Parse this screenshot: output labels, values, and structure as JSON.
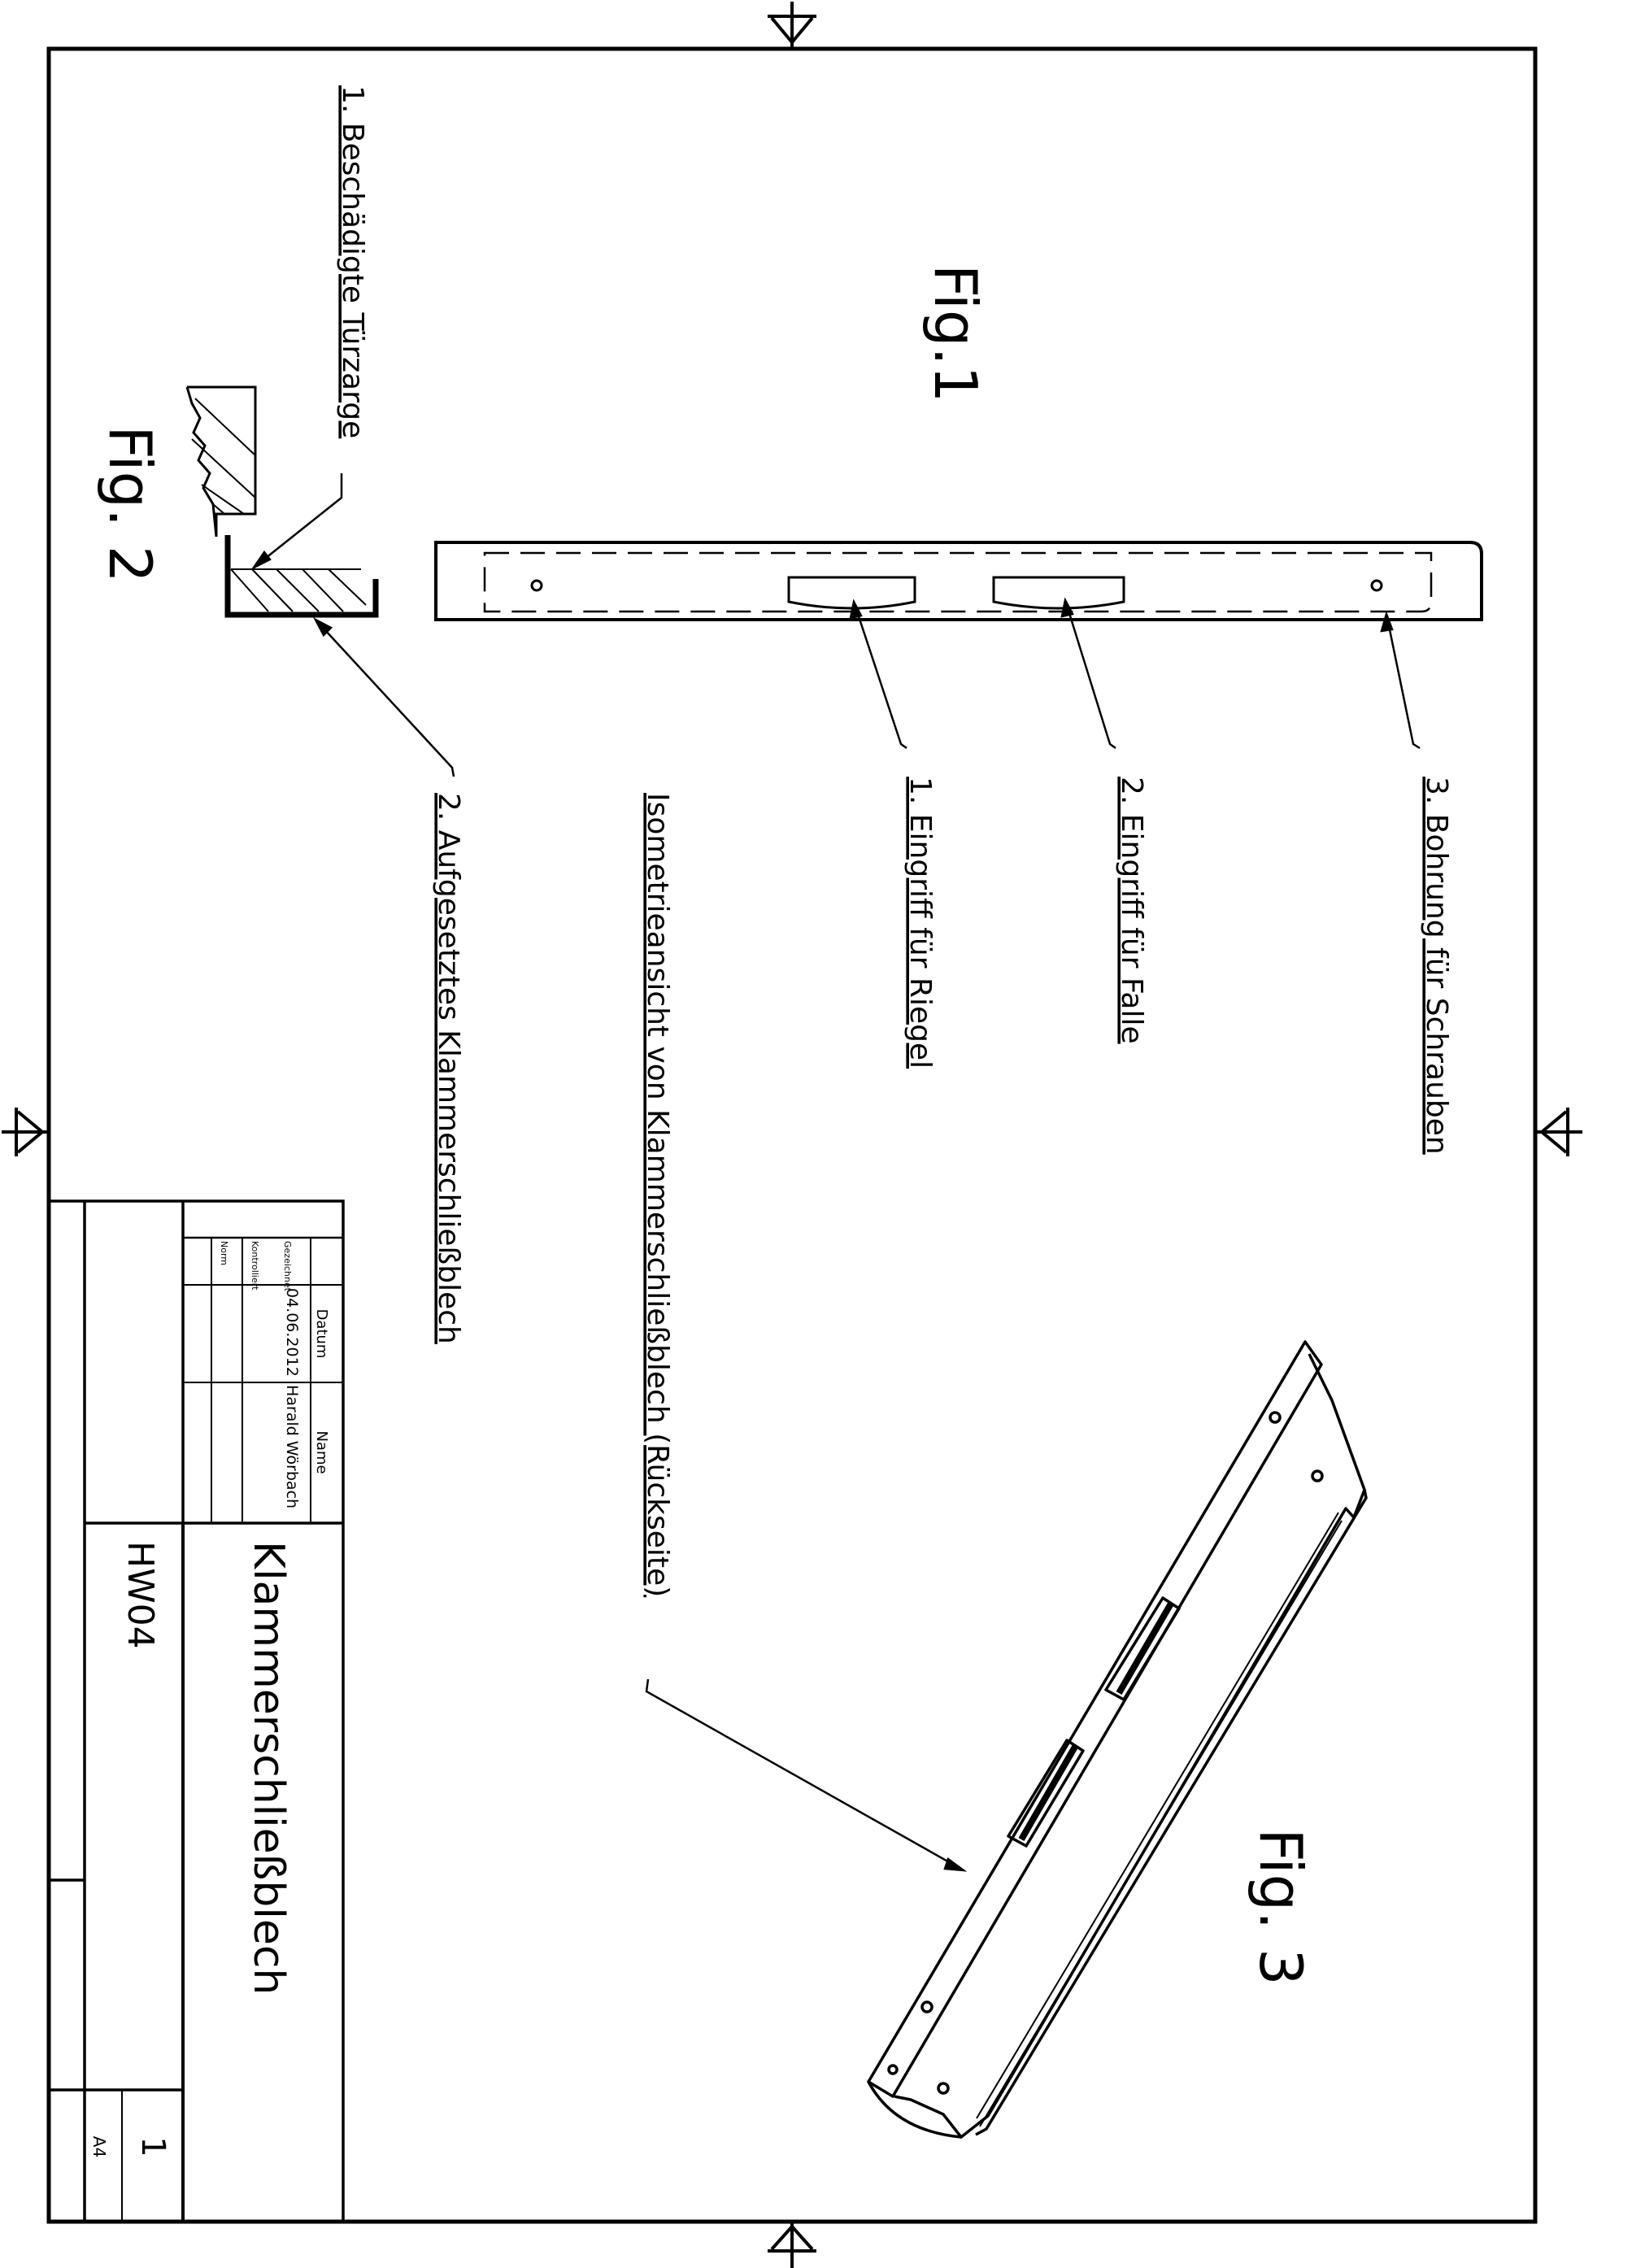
{
  "figures": {
    "fig1": "Fig.1",
    "fig2": "Fig. 2",
    "fig3": "Fig. 3"
  },
  "callouts": {
    "fig1_bohrung": "3. Bohrung für Schrauben",
    "fig1_falle": "2. Eingriff für Falle",
    "fig1_riegel": "1. Eingriff für Riegel",
    "iso_view": "Isometrieansicht von Klammerschließblech (Rückseite)",
    "fig2_tuerzarge": "1. Beschädigte Türzarge",
    "fig2_klammer": "2. Aufgesetztes Klammerschließblech"
  },
  "title_block": {
    "datum_header": "Datum",
    "name_header": "Name",
    "gezeichnet_label": "Gezeichnet",
    "kontrolliert_label": "Kontrolliert",
    "norm_label": "Norm",
    "gezeichnet_datum": "04.06.2012",
    "gezeichnet_name": "Harald Wörbach",
    "title": "Klammerschließblech",
    "drawing_number": "HW04",
    "sheet_number": "1",
    "format": "A4"
  }
}
